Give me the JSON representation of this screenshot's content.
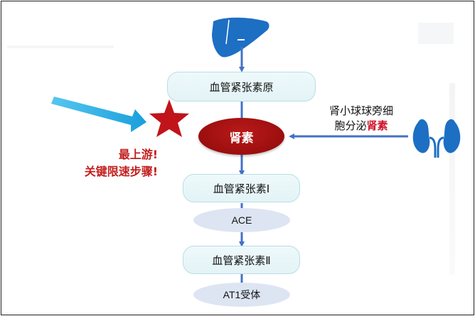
{
  "diagram": {
    "nodes": {
      "angiotensinogen": "血管紧张素原",
      "renin": "肾素",
      "angiotensin_1": "血管紧张素Ⅰ",
      "ace": "ACE",
      "angiotensin_2": "血管紧张素Ⅱ",
      "at1_receptor": "AT1受体"
    },
    "kidney_label": {
      "line1": "肾小球球旁细",
      "line2_prefix": "胞分泌",
      "line2_highlight": "肾素"
    },
    "note": {
      "line1": "最上游!",
      "line2": "关键限速步骤!"
    },
    "icons": [
      "liver-icon",
      "kidney-icon",
      "star-icon",
      "pointer-arrow-icon"
    ],
    "colors": {
      "organ_blue": "#1d6fc4",
      "arrow_blue": "#4472c4",
      "renin_red": "#a01212",
      "note_red": "#c41e1e",
      "pointer_cyan": "#1fa9e1",
      "star_red": "#c0141a"
    }
  }
}
